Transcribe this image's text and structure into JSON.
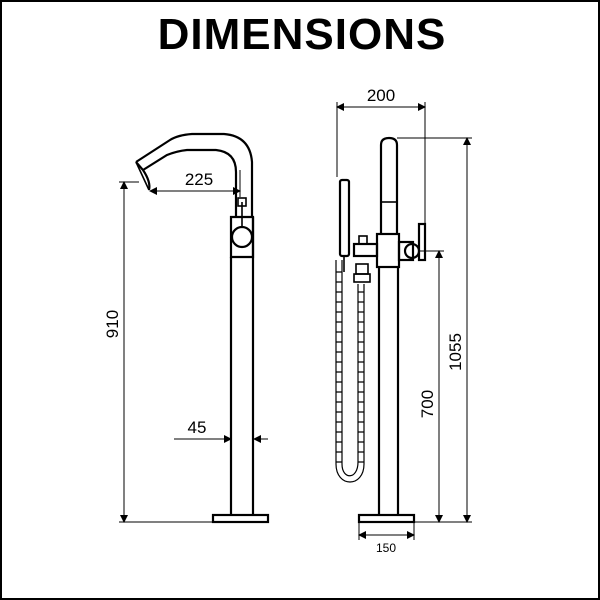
{
  "title": "DIMENSIONS",
  "dimensions": {
    "spout_reach": "225",
    "total_height_left": "910",
    "pipe_diameter": "45",
    "depth": "200",
    "total_height_right": "1055",
    "mixer_height": "700",
    "base_width": "150"
  }
}
